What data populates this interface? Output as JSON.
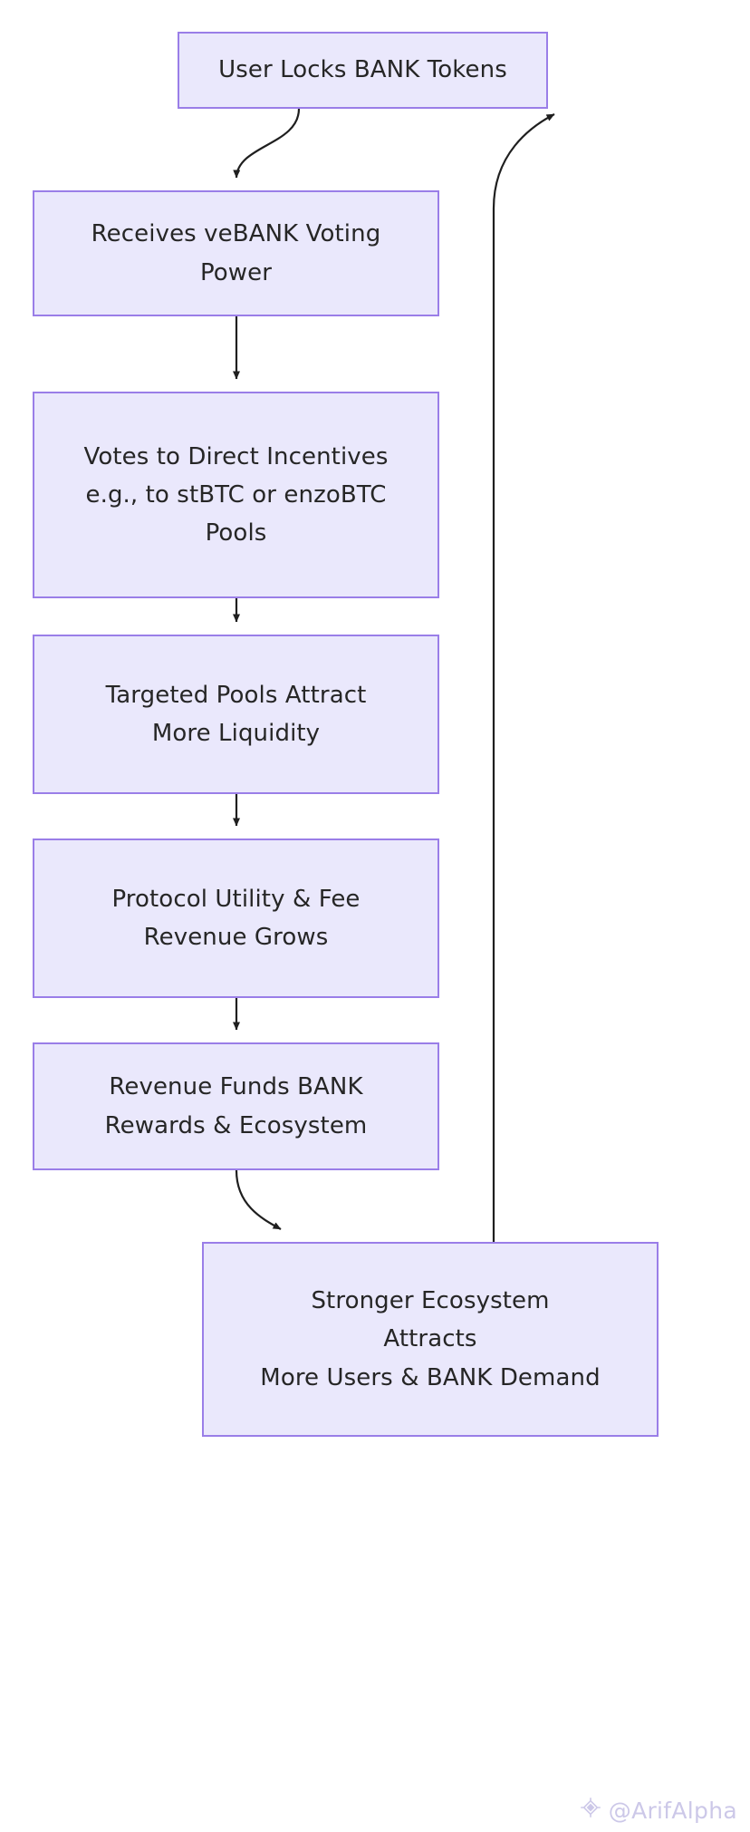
{
  "diagram": {
    "type": "flowchart",
    "direction": "top-to-bottom",
    "theme": {
      "node_fill": "#eae8fc",
      "node_border": "#9a7ee8",
      "node_text": "#262626",
      "edge_color": "#1f1f1f",
      "background": "#ffffff"
    },
    "nodes": [
      {
        "id": "n1",
        "lines": [
          "User Locks BANK Tokens"
        ]
      },
      {
        "id": "n2",
        "lines": [
          "Receives veBANK Voting",
          "Power"
        ]
      },
      {
        "id": "n3",
        "lines": [
          "Votes to Direct Incentives",
          "e.g., to stBTC or enzoBTC",
          "Pools"
        ]
      },
      {
        "id": "n4",
        "lines": [
          "Targeted Pools Attract",
          "More Liquidity"
        ]
      },
      {
        "id": "n5",
        "lines": [
          "Protocol Utility & Fee",
          "Revenue Grows"
        ]
      },
      {
        "id": "n6",
        "lines": [
          "Revenue Funds BANK",
          "Rewards & Ecosystem"
        ]
      },
      {
        "id": "n7",
        "lines": [
          "Stronger Ecosystem",
          "Attracts",
          "More Users & BANK Demand"
        ]
      }
    ],
    "edges": [
      {
        "from": "n1",
        "to": "n2",
        "style": "curved"
      },
      {
        "from": "n2",
        "to": "n3",
        "style": "straight"
      },
      {
        "from": "n3",
        "to": "n4",
        "style": "straight"
      },
      {
        "from": "n4",
        "to": "n5",
        "style": "straight"
      },
      {
        "from": "n5",
        "to": "n6",
        "style": "straight"
      },
      {
        "from": "n6",
        "to": "n7",
        "style": "curved"
      },
      {
        "from": "n7",
        "to": "n1",
        "style": "curved-feedback"
      }
    ]
  },
  "watermark": {
    "icon": "diamond-logo-icon",
    "text": "@ArifAlpha"
  }
}
